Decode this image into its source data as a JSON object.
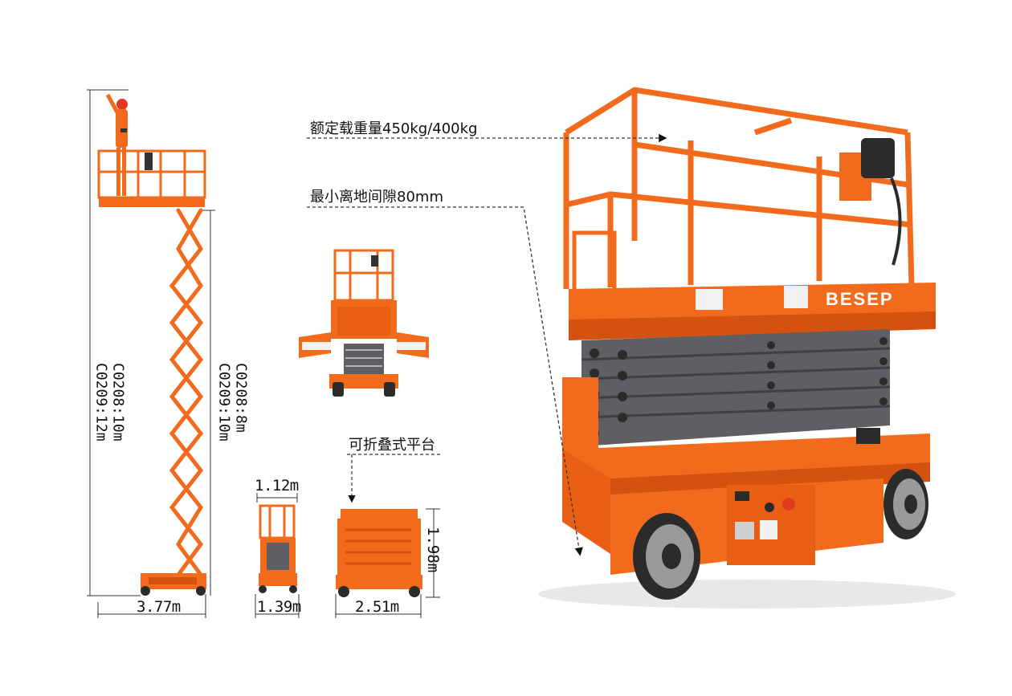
{
  "callouts": {
    "capacity": "额定载重量450kg/400kg",
    "clearance": "最小离地间隙80mm",
    "foldable": "可折叠式平台"
  },
  "dims": {
    "max_height": "C0208:10m\nC0209:12m",
    "platform_height": "C0208:8m\nC0209:10m",
    "length": "3.77m",
    "width": "1.39m",
    "platform_width": "1.12m",
    "stowed_length": "2.51m",
    "stowed_height": "1.98m"
  },
  "brand": "BESEP",
  "colors": {
    "orange": "#F26B1D",
    "dark_orange": "#D4520F",
    "grey": "#5D5F63",
    "dark": "#2b2b2b"
  }
}
